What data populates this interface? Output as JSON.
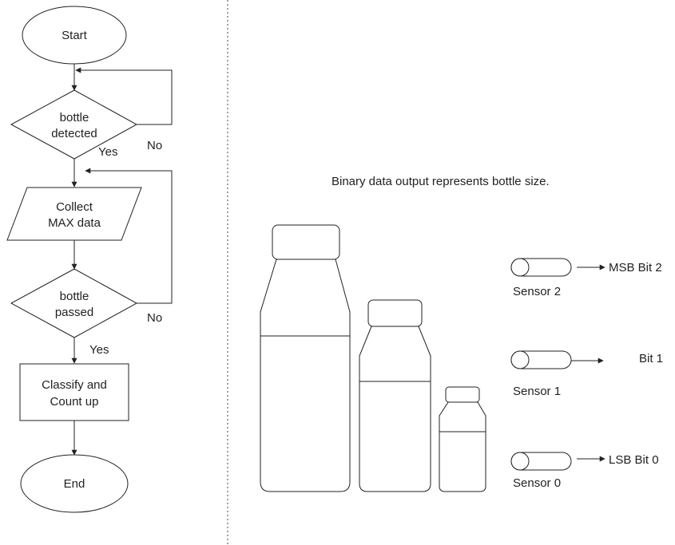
{
  "flowchart": {
    "start_label": "Start",
    "decision1_line1": "bottle",
    "decision1_line2": "detected",
    "decision1_yes": "Yes",
    "decision1_no": "No",
    "collect_line1": "Collect",
    "collect_line2": "MAX data",
    "decision2_line1": "bottle",
    "decision2_line2": "passed",
    "decision2_yes": "Yes",
    "decision2_no": "No",
    "classify_line1": "Classify and",
    "classify_line2": "Count up",
    "end_label": "End"
  },
  "sensors_panel": {
    "caption": "Binary data output represents bottle size.",
    "sensors": [
      {
        "name": "Sensor 2",
        "output": "MSB Bit 2"
      },
      {
        "name": "Sensor 1",
        "output": "Bit 1"
      },
      {
        "name": "Sensor 0",
        "output": "LSB Bit 0"
      }
    ],
    "bottles": [
      "large",
      "medium",
      "small"
    ]
  },
  "colors": {
    "line": "#222222",
    "background": "#ffffff"
  }
}
